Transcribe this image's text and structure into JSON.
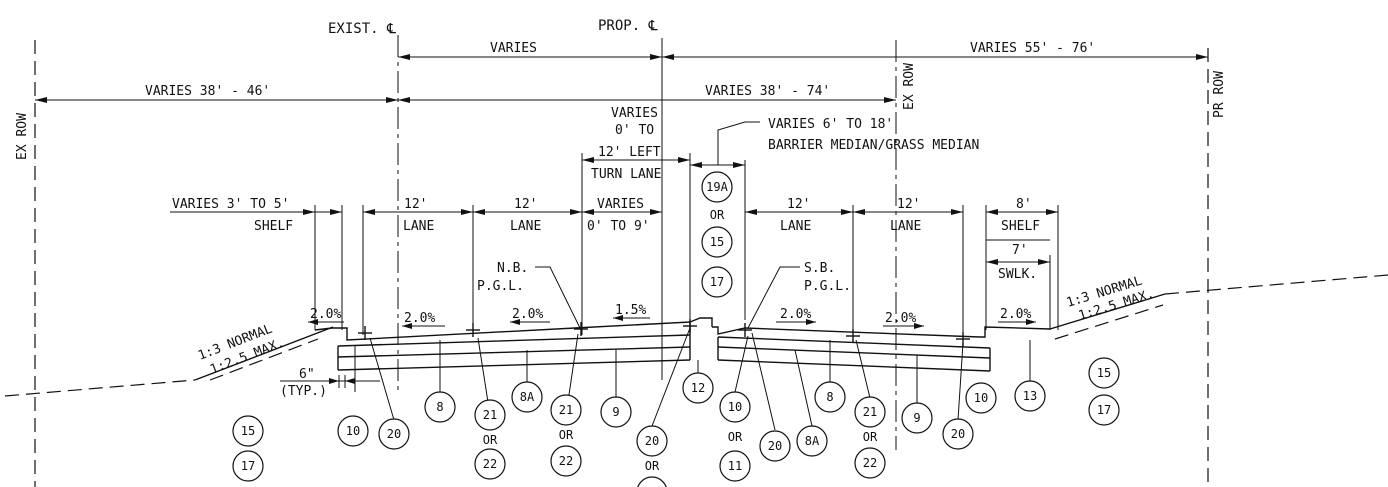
{
  "centerlines": {
    "existing": "EXIST. ℄",
    "proposed": "PROP. ℄"
  },
  "row_labels": {
    "ex_row_left": "EX ROW",
    "ex_row_middle": "EX ROW",
    "pr_row_right": "PR ROW"
  },
  "dimensions": {
    "varies_top": "VARIES",
    "varies_55_76": "VARIES 55' - 76'",
    "varies_38_46": "VARIES 38' - 46'",
    "varies_38_74": "VARIES 38' - 74'",
    "turn_lane_line1": "VARIES",
    "turn_lane_line2": "0' TO",
    "turn_lane_line3": "12' LEFT",
    "turn_lane_line4": "TURN LANE",
    "median_line1": "VARIES 6' TO 18'",
    "median_line2": "BARRIER MEDIAN/GRASS MEDIAN",
    "shelf_left_line1": "VARIES 3' TO 5'",
    "shelf_left_line2": "SHELF",
    "lane1_width": "12'",
    "lane1_label": "LANE",
    "lane2_width": "12'",
    "lane2_label": "LANE",
    "varies_0_9_line1": "VARIES",
    "varies_0_9_line2": "0' TO 9'",
    "lane3_width": "12'",
    "lane3_label": "LANE",
    "lane4_width": "12'",
    "lane4_label": "LANE",
    "shelf_right_width": "8'",
    "shelf_right_label": "SHELF",
    "sidewalk_width": "7'",
    "sidewalk_label": "SWLK."
  },
  "pgl": {
    "nb_line1": "N.B.",
    "nb_line2": "P.G.L.",
    "sb_line1": "S.B.",
    "sb_line2": "P.G.L."
  },
  "slopes": {
    "left_slope_line1": "1:3 NORMAL",
    "left_slope_line2": "1:2.5 MAX.",
    "right_slope_line1": "1:3 NORMAL",
    "right_slope_line2": "1:2.5 MAX.",
    "s1": "2.0%",
    "s2": "2.0%",
    "s3": "2.0%",
    "s4": "1.5%",
    "s5": "2.0%",
    "s6": "2.0%",
    "s7": "2.0%"
  },
  "curb": {
    "thickness_line1": "6\"",
    "thickness_line2": "(TYP.)"
  },
  "callouts": {
    "c15a": "15",
    "c17a": "17",
    "c10a": "10",
    "c20a": "20",
    "c8a": "8",
    "c21a": "21",
    "or_a": "OR",
    "c22a": "22",
    "c8Aa": "8A",
    "c21b": "21",
    "or_b": "OR",
    "c22b": "22",
    "c9a": "9",
    "c20b": "20",
    "or_c": "OR",
    "c12": "12",
    "c19A": "19A",
    "or_m1": "OR",
    "c15m": "15",
    "c17m": "17",
    "c10b": "10",
    "or_d": "OR",
    "c11": "11",
    "c20c": "20",
    "c8Ab": "8A",
    "c8b": "8",
    "c21c": "21",
    "or_e": "OR",
    "c22c": "22",
    "c9b": "9",
    "c20d": "20",
    "c10c": "10",
    "c13": "13",
    "c15b": "15",
    "c17b": "17"
  }
}
